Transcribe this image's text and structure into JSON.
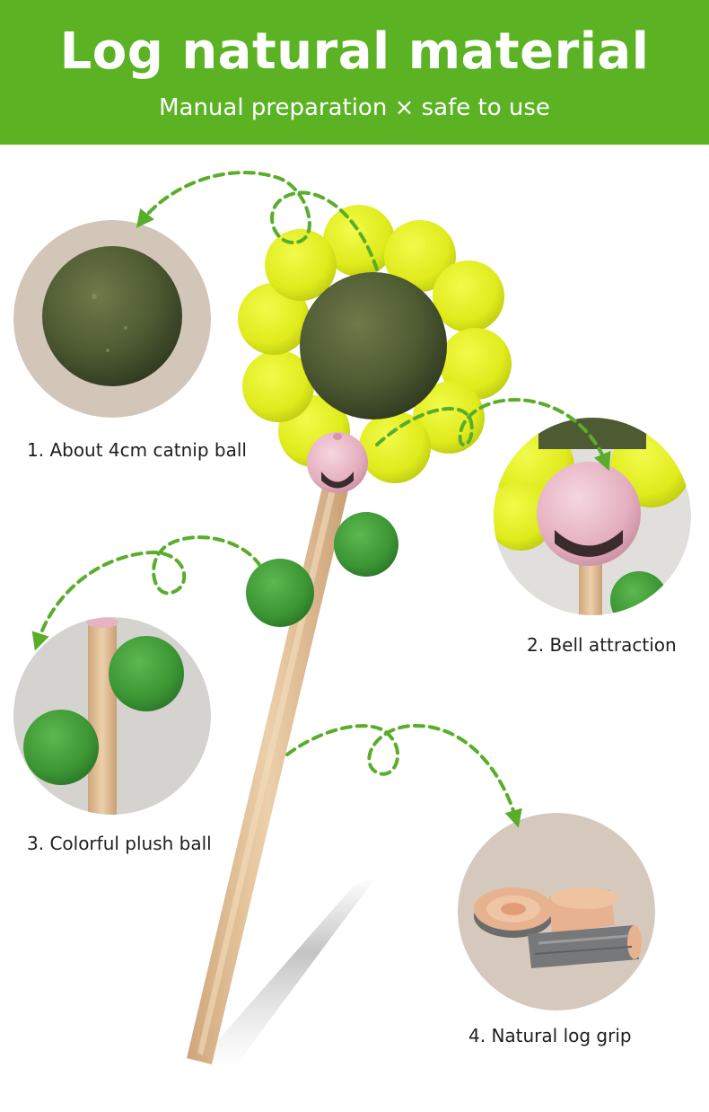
{
  "header": {
    "title": "Log natural material",
    "subtitle": "Manual preparation × safe to use"
  },
  "features": [
    {
      "label": "1. About 4cm catnip ball"
    },
    {
      "label": "2. Bell attraction"
    },
    {
      "label": "3. Colorful plush ball"
    },
    {
      "label": "4. Natural log grip"
    }
  ],
  "colors": {
    "banner_green": "#5bb323",
    "arrow_green": "#5aad2a",
    "petal_yellow": "#e6f020",
    "catnip_dark": "#4f5a32",
    "bell_pink": "#e7b3c4",
    "plush_green": "#3f9a38",
    "wood": "#e2c09a"
  },
  "icons": [
    "catnip-ball",
    "bell",
    "plush-ball",
    "log-grip"
  ]
}
